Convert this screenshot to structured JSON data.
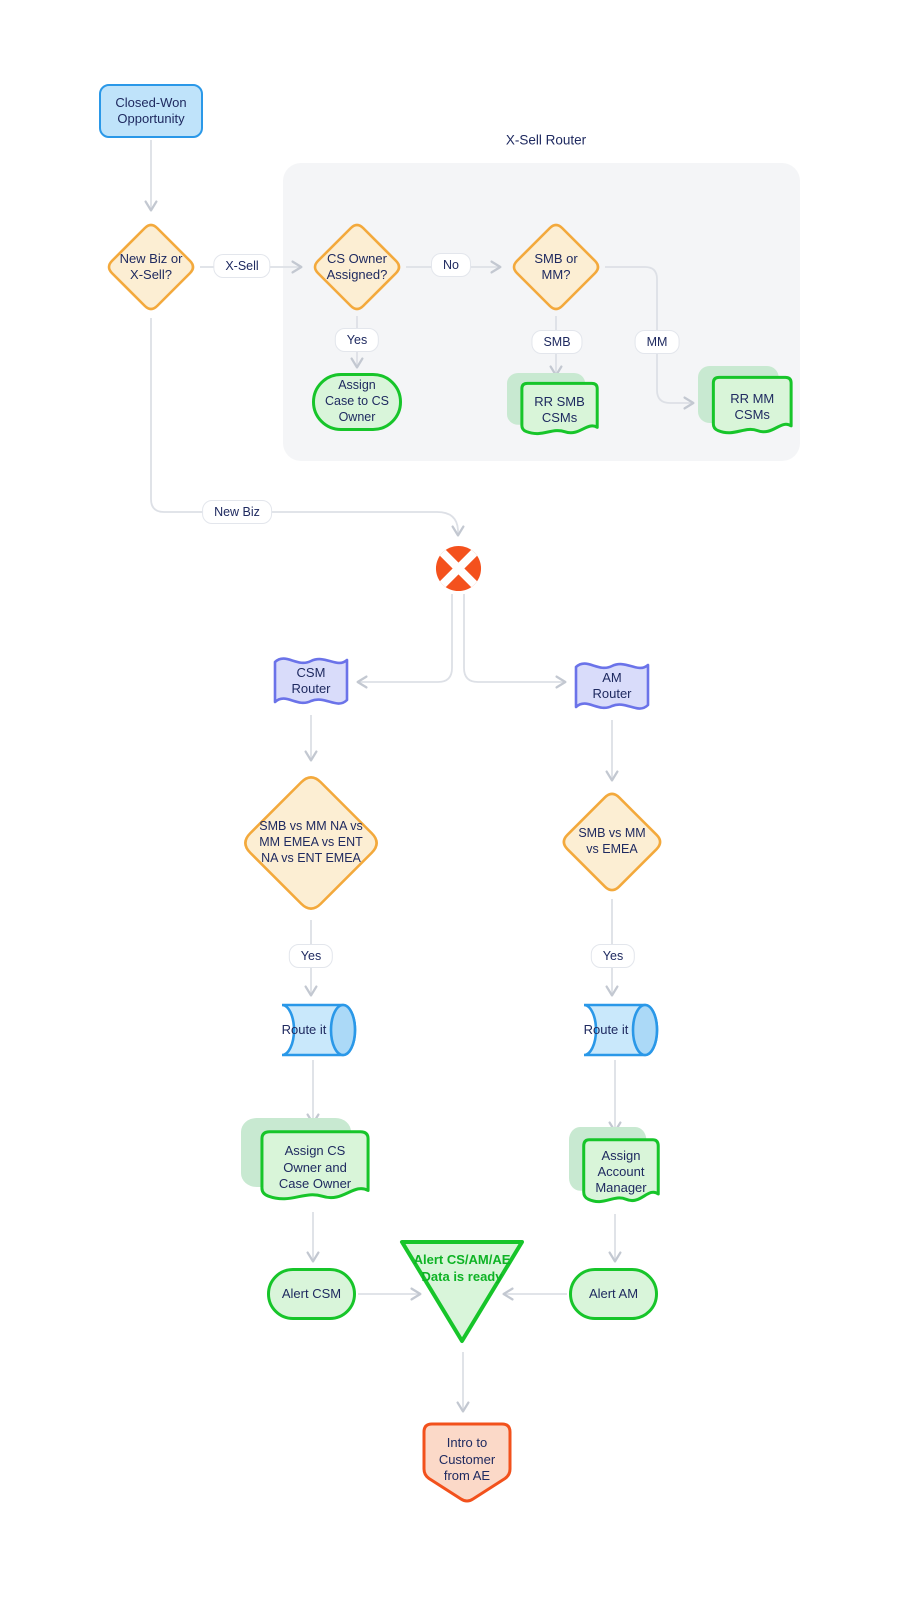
{
  "section": {
    "title": "X-Sell Router"
  },
  "nodes": {
    "closed_won": {
      "label": "Closed-Won\nOpportunity"
    },
    "decision_biz": {
      "label": "New Biz or\nX-Sell?"
    },
    "decision_cs_owner": {
      "label": "CS Owner\nAssigned?"
    },
    "decision_smb_mm": {
      "label": "SMB or\nMM?"
    },
    "assign_case": {
      "label": "Assign\nCase to CS\nOwner"
    },
    "rr_smb": {
      "label": "RR SMB\nCSMs"
    },
    "rr_mm": {
      "label": "RR MM\nCSMs"
    },
    "csm_router": {
      "label": "CSM\nRouter"
    },
    "am_router": {
      "label": "AM\nRouter"
    },
    "decision_csm_seg": {
      "label": "SMB vs MM NA vs\nMM EMEA vs ENT\nNA vs ENT EMEA"
    },
    "decision_am_seg": {
      "label": "SMB vs MM\nvs EMEA"
    },
    "route_it_csm": {
      "label": "Route it"
    },
    "route_it_am": {
      "label": "Route it"
    },
    "assign_cs_owner": {
      "label": "Assign CS\nOwner and\nCase Owner"
    },
    "assign_am": {
      "label": "Assign\nAccount\nManager"
    },
    "alert_csm": {
      "label": "Alert CSM"
    },
    "alert_am": {
      "label": "Alert AM"
    },
    "alert_ready": {
      "label": "Alert CS/AM/AE\nData is ready"
    },
    "intro_customer": {
      "label": "Intro to\nCustomer\nfrom AE"
    }
  },
  "edge_labels": {
    "x_sell": "X-Sell",
    "no": "No",
    "yes_cs": "Yes",
    "smb": "SMB",
    "mm": "MM",
    "new_biz": "New Biz",
    "yes_csm": "Yes",
    "yes_am": "Yes"
  },
  "colors": {
    "text_navy": "#1f2a60",
    "blue_border": "#2a98e8",
    "blue_fill": "#bfe3fa",
    "orange_border": "#f3a93c",
    "orange_fill": "#fceed3",
    "green_border": "#17c52a",
    "green_fill": "#d9f5da",
    "green_shadow": "#c8e9d1",
    "green_text": "#0eb325",
    "purple_border": "#6b73e9",
    "purple_fill": "#d9dcfa",
    "junction_orange": "#f4511d",
    "salmon_fill": "#fbd9c8",
    "salmon_border": "#f2511c",
    "panel_gray": "#f4f5f7",
    "wire_gray": "#dde0e6"
  }
}
